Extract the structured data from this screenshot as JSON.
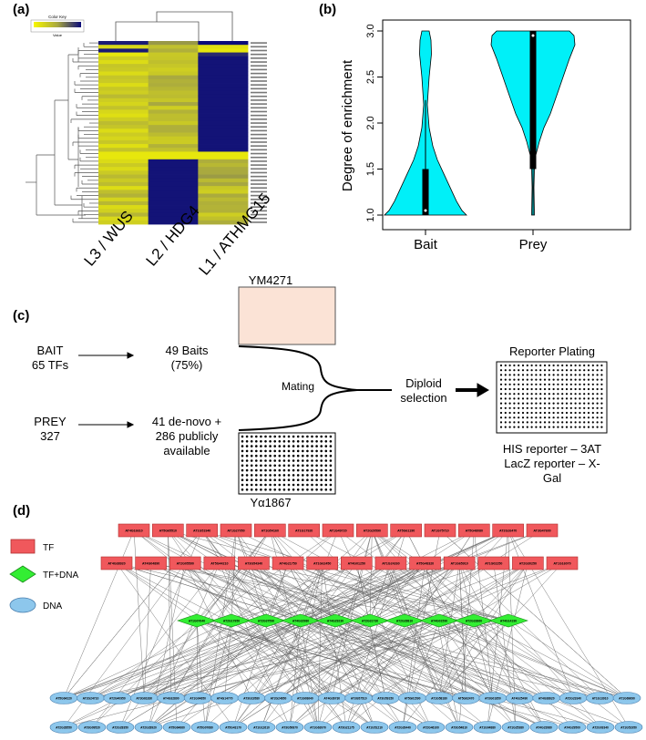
{
  "panels": {
    "a": "(a)",
    "b": "(b)",
    "c": "(c)",
    "d": "(d)"
  },
  "heatmap": {
    "legend_title": "Color Key",
    "legend_xlabel": "Value",
    "columns": [
      "L3 / WUS",
      "L2 / HDG4",
      "L1 / ATHMG15"
    ],
    "colors": {
      "low": "#f7f700",
      "mid": "#a8a840",
      "high": "#0a0a7a"
    }
  },
  "violin": {
    "ylabel": "Degree of enrichment",
    "colors": {
      "fill": "#00f0f8",
      "box": "#000000"
    }
  },
  "chart_data": {
    "type": "violin",
    "categories": [
      "Bait",
      "Prey"
    ],
    "ylabel": "Degree of enrichment",
    "ylim": [
      1.0,
      3.0
    ],
    "yticks": [
      1.0,
      1.5,
      2.0,
      2.5,
      3.0
    ],
    "series": [
      {
        "category": "Bait",
        "min": 1.0,
        "q1": 1.0,
        "median": 1.05,
        "q3": 1.5,
        "whisker_high": 2.25,
        "max": 3.0
      },
      {
        "category": "Prey",
        "min": 1.0,
        "q1": 1.5,
        "median": 2.95,
        "q3": 3.0,
        "whisker_high": 3.0,
        "max": 3.0
      }
    ]
  },
  "workflow": {
    "bait_title": "BAIT",
    "bait_count": "65 TFs",
    "bait_result": "49 Baits",
    "bait_percent": "(75%)",
    "prey_title": "PREY",
    "prey_count": "327",
    "prey_result_1": "41 de-novo +",
    "prey_result_2": "286 publicly",
    "prey_result_3": "available",
    "strain_top": "YM4271",
    "strain_bottom": "Yα1867",
    "mating": "Mating",
    "diploid_1": "Diploid",
    "diploid_2": "selection",
    "reporter_title": "Reporter Plating",
    "reporter_his": "HIS reporter – 3AT",
    "reporter_lacz_1": "LacZ reporter – X-",
    "reporter_lacz_2": "Gal",
    "colors": {
      "plate_top": "#fbe3d6"
    }
  },
  "network": {
    "legend": [
      {
        "label": "TF",
        "shape": "rect",
        "color": "#f0585c"
      },
      {
        "label": "TF+DNA",
        "shape": "diamond",
        "color": "#33ee33"
      },
      {
        "label": "DNA",
        "shape": "ellipse",
        "color": "#8dc7ec"
      }
    ],
    "tf_row1": [
      "AT4G16610",
      "AT5G65510",
      "AT1G51940",
      "AT1G27050",
      "AT1G54160",
      "AT1G17920",
      "AT1G49720",
      "AT2G20590",
      "AT5G61190",
      "AT1G75710",
      "AT5G48080",
      "AT2G26470",
      "AT3G47600"
    ],
    "tf_row2": [
      "AT4G38920",
      "AT4G04890",
      "AT2G05590",
      "AT5G44210",
      "AT3G54340",
      "AT4G21750",
      "AT1G62450",
      "AT4G01250",
      "AT1G24260",
      "AT5G48320",
      "AT1G65910",
      "AT1G02250",
      "AT2G30250",
      "AT1G16070"
    ],
    "tfdna_row": [
      "AT1G07640",
      "AT2G17950",
      "AT2G37590",
      "AT4G32980",
      "AT4G29230",
      "AT2G31730",
      "AT2G28810",
      "AT4G01590",
      "AT2G33860",
      "AT4G14190"
    ],
    "dna_row1": [
      "AT5G64220",
      "AT2G24710",
      "AT2G40950",
      "AT3G61830",
      "AT4G32890",
      "AT1G04650",
      "AT4G14770",
      "AT3G19580",
      "AT2G24650",
      "AT1G08640",
      "AT4G36730",
      "AT3G57510",
      "AT3G59150",
      "AT5G61590",
      "AT1G58180",
      "AT5G62470",
      "AT3G01850",
      "AT4G25490",
      "AT4G38620",
      "AT2G23340",
      "AT1G13910",
      "AT1G69690"
    ],
    "dna_row2": [
      "AT2G28550",
      "AT3G09520",
      "AT2G28350",
      "AT2G28920",
      "AT5G64660",
      "AT5G07680",
      "AT5G43170",
      "AT1G12610",
      "AT3G50870",
      "AT1G63970",
      "AT3G21175",
      "AT1G51210",
      "AT2G26440",
      "AT2G46100",
      "AT3G54810",
      "AT1G04880",
      "AT1G25380",
      "AT4G23980",
      "AT4G29500",
      "AT2G03340",
      "AT1G51950"
    ]
  }
}
